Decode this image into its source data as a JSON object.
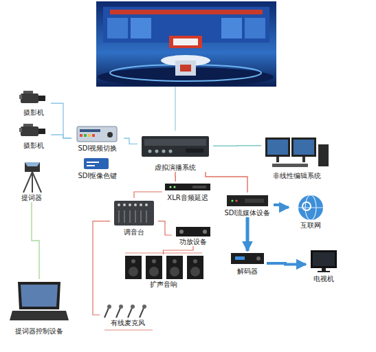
{
  "diagram": {
    "nodes": [
      {
        "text": [
          "摄影机"
        ]
      },
      {
        "text": [
          "摄影机"
        ]
      },
      {
        "text": [
          "提词器"
        ]
      },
      {
        "text": [
          "SDI视频切换"
        ]
      },
      {
        "text": [
          "SDI抠像色键"
        ]
      },
      {
        "text": [
          "虚拟演播系统"
        ]
      },
      {
        "text": [
          "非线性编辑系统"
        ]
      },
      {
        "text": [
          "XLR音频延迟"
        ]
      },
      {
        "text": [
          "调音台"
        ]
      },
      {
        "text": [
          "功放设备"
        ]
      },
      {
        "text": [
          "SDI流媒体设备"
        ]
      },
      {
        "text": [
          "互联网"
        ]
      },
      {
        "text": [
          "扩声音响"
        ]
      },
      {
        "text": [
          "解码器"
        ]
      },
      {
        "text": [
          "电视机"
        ]
      },
      {
        "text": [
          "有线麦克风"
        ]
      },
      {
        "text": [
          "提词器控制设备"
        ]
      }
    ],
    "edges": [
      {
        "from": 0,
        "to": 3,
        "arrow": "none"
      },
      {
        "from": 1,
        "to": 3,
        "arrow": "none"
      },
      {
        "from": 3,
        "to": 5,
        "arrow": "none"
      },
      {
        "from": 5,
        "to": 6,
        "arrow": "none"
      },
      {
        "from": 5,
        "to": 10,
        "arrow": "none"
      },
      {
        "from": 5,
        "to": 7,
        "arrow": "none"
      },
      {
        "from": 7,
        "to": 8,
        "arrow": "none"
      },
      {
        "from": 8,
        "to": 9,
        "arrow": "none"
      },
      {
        "from": 9,
        "to": 12,
        "arrow": "none"
      },
      {
        "from": 8,
        "to": 15,
        "arrow": "none"
      },
      {
        "from": 10,
        "to": 11,
        "arrow": "to"
      },
      {
        "from": 10,
        "to": 13,
        "arrow": "to"
      },
      {
        "from": 13,
        "to": 14,
        "arrow": "to"
      },
      {
        "from": 2,
        "to": 16,
        "arrow": "none"
      }
    ]
  }
}
